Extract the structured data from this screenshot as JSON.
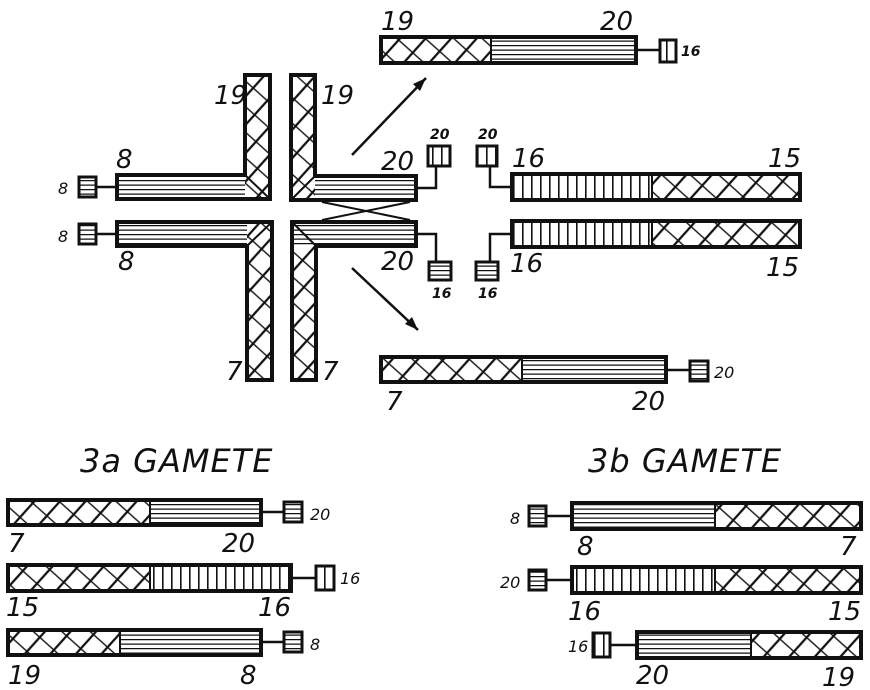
{
  "labels": {
    "n7": "7",
    "n8": "8",
    "n15": "15",
    "n16": "16",
    "n19": "19",
    "n20": "20"
  },
  "gametes": {
    "a_title": "3a  GAMETE",
    "b_title": "3b  GAMETE"
  },
  "colors": {
    "ink": "#111111",
    "paper": "#ffffff"
  }
}
